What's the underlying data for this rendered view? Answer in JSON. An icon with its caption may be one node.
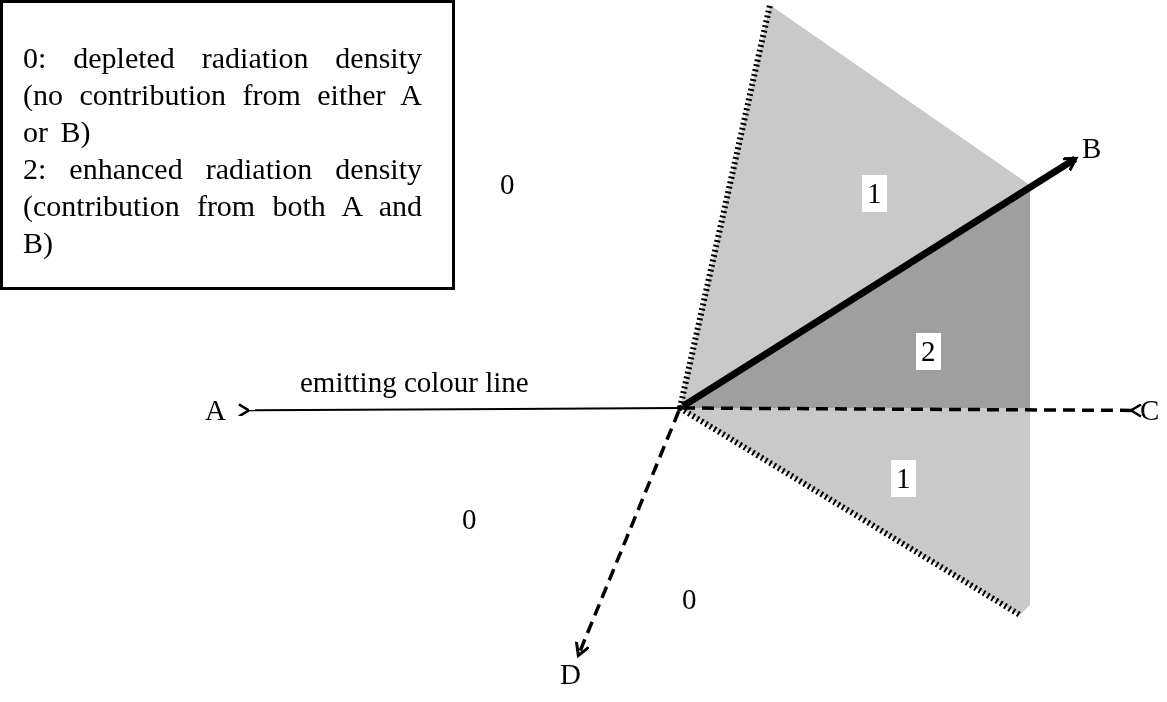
{
  "diagram": {
    "nodes": [
      {
        "text": [
          "0: depleted radiation density (no contribution from either A or B)",
          "2: enhanced radiation density (contribution from both A and B)"
        ]
      },
      {
        "text": [
          "A"
        ]
      },
      {
        "text": [
          "B"
        ]
      },
      {
        "text": [
          "C"
        ]
      },
      {
        "text": [
          "D"
        ]
      },
      {
        "text": [
          "1"
        ]
      },
      {
        "text": [
          "2"
        ]
      },
      {
        "text": [
          "1"
        ]
      },
      {
        "text": [],
        "shape": "point"
      }
    ],
    "edges": [
      {
        "from": 8,
        "to": 1,
        "arrow": "other",
        "label": "emitting colour line"
      },
      {
        "from": 8,
        "to": 2,
        "arrow": "to",
        "style": "thick"
      },
      {
        "from": 8,
        "to": 3,
        "arrow": "other",
        "style": "dashed"
      },
      {
        "from": 8,
        "to": 4,
        "arrow": "to",
        "style": "dashed"
      }
    ],
    "labels": [
      "0",
      "0",
      "0"
    ]
  }
}
